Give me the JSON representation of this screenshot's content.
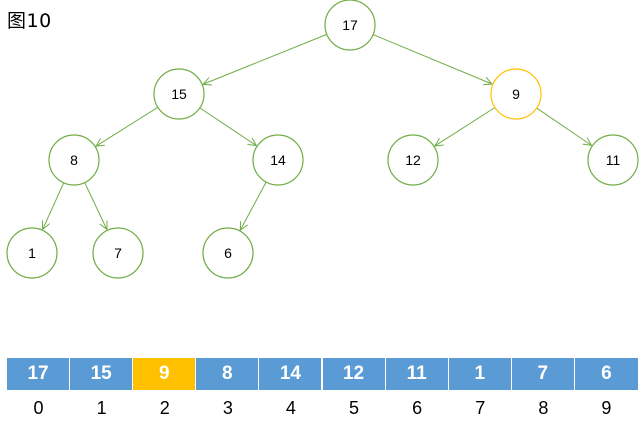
{
  "figure_label": "图10",
  "colors": {
    "node_stroke": "#70ad47",
    "edge": "#70ad47",
    "highlight_stroke": "#ffc000",
    "cell_fill": "#5b9bd5",
    "cell_highlight": "#ffc000",
    "cell_text": "#ffffff"
  },
  "tree": {
    "nodes": [
      {
        "id": 0,
        "label": "17"
      },
      {
        "id": 1,
        "label": "15"
      },
      {
        "id": 2,
        "label": "9",
        "highlight": true
      },
      {
        "id": 3,
        "label": "8"
      },
      {
        "id": 4,
        "label": "14"
      },
      {
        "id": 5,
        "label": "12"
      },
      {
        "id": 6,
        "label": "11"
      },
      {
        "id": 7,
        "label": "1"
      },
      {
        "id": 8,
        "label": "7"
      },
      {
        "id": 9,
        "label": "6"
      }
    ],
    "edges": [
      [
        0,
        1
      ],
      [
        0,
        2
      ],
      [
        1,
        3
      ],
      [
        1,
        4
      ],
      [
        2,
        5
      ],
      [
        2,
        6
      ],
      [
        3,
        7
      ],
      [
        3,
        8
      ],
      [
        4,
        9
      ]
    ]
  },
  "array": {
    "values": [
      "17",
      "15",
      "9",
      "8",
      "14",
      "12",
      "11",
      "1",
      "7",
      "6"
    ],
    "indices": [
      "0",
      "1",
      "2",
      "3",
      "4",
      "5",
      "6",
      "7",
      "8",
      "9"
    ],
    "highlight_index": 2
  }
}
